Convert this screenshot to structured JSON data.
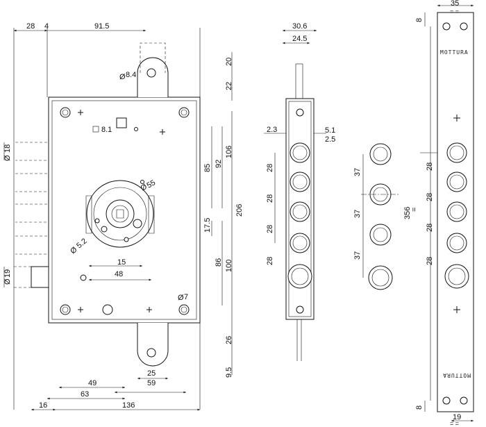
{
  "brand": {
    "name": "MOTTURA"
  },
  "dimensions": {
    "top_28": "28",
    "top_4": "4",
    "top_91_5": "91.5",
    "d_8_4": "8.4",
    "sq_8_1": "8.1",
    "d_18": "18",
    "d_55": "55",
    "d_5_2": "5.2",
    "d_19": "19",
    "d_7": "7",
    "h_15": "15",
    "h_48": "48",
    "v_20": "20",
    "v_22": "22",
    "v_85": "85",
    "v_92": "92",
    "v_106": "106",
    "v_17_5": "17.5",
    "v_206": "206",
    "v_86": "86",
    "v_100": "100",
    "v_26": "26",
    "v_9_5": "9.5",
    "b_25": "25",
    "b_59": "59",
    "b_49": "49",
    "b_63": "63",
    "b_16": "16",
    "b_136": "136",
    "side_30_6": "30.6",
    "side_24_5": "24.5",
    "side_2_3": "2.3",
    "side_5_1": "5.1",
    "side_2_5": "2.5",
    "side_28a": "28",
    "side_28b": "28",
    "side_28c": "28",
    "side_28d": "28",
    "mid_37a": "37",
    "mid_37b": "37",
    "mid_37c": "37",
    "plate_356": "356",
    "plate_eq": "=",
    "plate_35": "35",
    "plate_eq_top": "= =",
    "plate_8_top": "8",
    "plate_8_bot": "8",
    "plate_19": "19",
    "plate_eq_bot": "= =",
    "plate_28a": "28",
    "plate_28b": "28",
    "plate_28c": "28",
    "plate_28d": "28"
  }
}
